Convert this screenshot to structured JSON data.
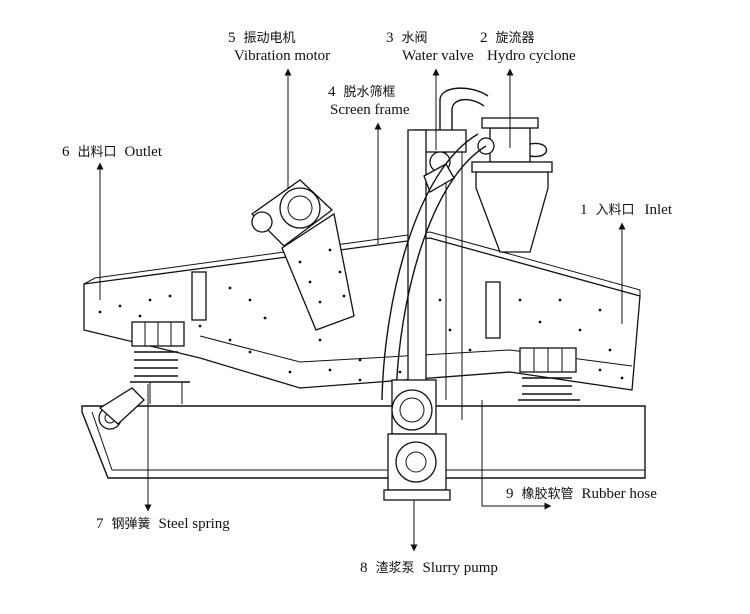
{
  "labels": {
    "l1": {
      "num": "1",
      "zh": "入料口",
      "en": "Inlet"
    },
    "l2": {
      "num": "2",
      "zh": "旋流器",
      "en": "Hydro cyclone"
    },
    "l3": {
      "num": "3",
      "zh": "水阀",
      "en": "Water valve"
    },
    "l4": {
      "num": "4",
      "zh": "脱水筛框",
      "en": "Screen frame"
    },
    "l5": {
      "num": "5",
      "zh": "振动电机",
      "en": "Vibration motor"
    },
    "l6": {
      "num": "6",
      "zh": "出料口",
      "en": "Outlet"
    },
    "l7": {
      "num": "7",
      "zh": "钢弹簧",
      "en": "Steel spring"
    },
    "l8": {
      "num": "8",
      "zh": "渣浆泵",
      "en": "Slurry pump"
    },
    "l9": {
      "num": "9",
      "zh": "橡胶软管",
      "en": "Rubber hose"
    }
  }
}
